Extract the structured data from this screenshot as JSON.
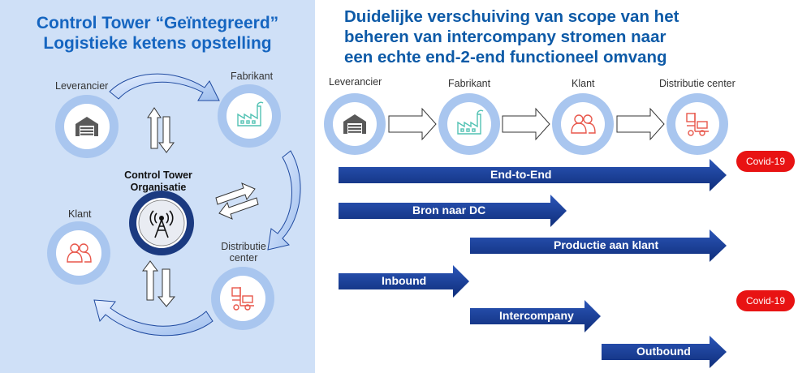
{
  "left_panel": {
    "title_line1": "Control Tower “Geïntegreerd”",
    "title_line2": "Logistieke ketens opstelling",
    "nodes": {
      "leverancier": "Leverancier",
      "fabrikant": "Fabrikant",
      "klant": "Klant",
      "distributie_line1": "Distributie",
      "distributie_line2": "center"
    },
    "center": {
      "line1": "Control Tower",
      "line2": "Organisatie"
    }
  },
  "right_panel": {
    "title_line1": "Duidelijke verschuiving van scope van het",
    "title_line2": "beheren van intercompany stromen naar",
    "title_line3": "een echte end-2-end functioneel omvang",
    "flow_labels": {
      "leverancier": "Leverancier",
      "fabrikant": "Fabrikant",
      "klant": "Klant",
      "distributie": "Distributie center"
    },
    "bars": {
      "end_to_end": "End-to-End",
      "bron_naar_dc": "Bron naar DC",
      "productie_aan_klant": "Productie aan klant",
      "inbound": "Inbound",
      "intercompany": "Intercompany",
      "outbound": "Outbound"
    },
    "badges": {
      "covid_top": "Covid-19",
      "covid_bottom": "Covid-19"
    }
  },
  "colors": {
    "panel_bg": "#cfe0f7",
    "title_blue": "#1565c0",
    "bar_blue": "#1a3d96",
    "ring_blue": "#a9c6ef",
    "dark_navy": "#1b3a80",
    "badge_red": "#e81313"
  },
  "icons": [
    "warehouse-icon",
    "factory-icon",
    "people-icon",
    "forklift-icon",
    "tower-icon"
  ]
}
